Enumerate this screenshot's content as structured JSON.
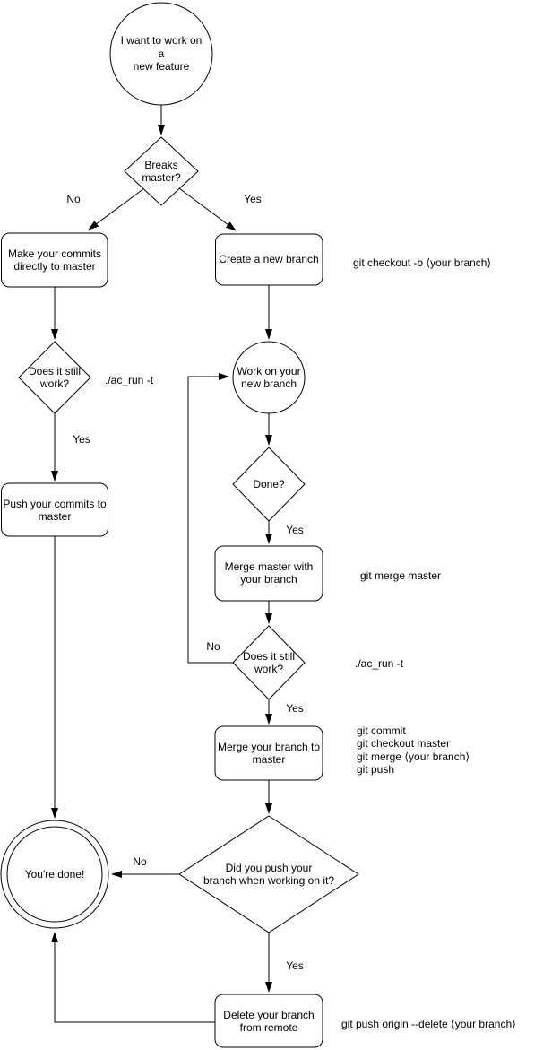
{
  "diagram": {
    "colors": {
      "background": "#ffffff",
      "stroke": "#000000",
      "text": "#000000"
    },
    "nodes": {
      "start": {
        "shape": "circle",
        "label": "I want to work on a\nnew feature"
      },
      "breaks_master": {
        "shape": "diamond",
        "label": "Breaks\nmaster?"
      },
      "make_commits": {
        "shape": "rounded-rect",
        "label": "Make your commits\ndirectly to master"
      },
      "create_branch": {
        "shape": "rounded-rect",
        "label": "Create a new branch"
      },
      "does_it_still_work_left": {
        "shape": "diamond",
        "label": "Does it still\nwork?"
      },
      "push_commits": {
        "shape": "rounded-rect",
        "label": "Push your commits to\nmaster"
      },
      "work_on_branch": {
        "shape": "circle",
        "label": "Work on your\nnew branch"
      },
      "done": {
        "shape": "diamond",
        "label": "Done?"
      },
      "merge_master_with_branch": {
        "shape": "rounded-rect",
        "label": "Merge master with\nyour branch"
      },
      "does_it_still_work_right": {
        "shape": "diamond",
        "label": "Does it still\nwork?"
      },
      "merge_branch_to_master": {
        "shape": "rounded-rect",
        "label": "Merge your branch to\nmaster"
      },
      "did_you_push": {
        "shape": "diamond",
        "label": "Did you push your\nbranch when working on it?"
      },
      "youre_done": {
        "shape": "double-circle",
        "label": "You're done!"
      },
      "delete_branch": {
        "shape": "rounded-rect",
        "label": "Delete your branch\nfrom remote"
      }
    },
    "edge_labels": {
      "breaks_no": "No",
      "breaks_yes": "Yes",
      "left_work_yes": "Yes",
      "done_yes": "Yes",
      "right_work_no": "No",
      "right_work_yes": "Yes",
      "did_push_no": "No",
      "did_push_yes": "Yes"
    },
    "annotations": {
      "checkout": "git checkout -b ⟨your branch⟩",
      "ac_run_left": "./ac_run -t",
      "merge_master": "git merge master",
      "ac_run_right": "./ac_run -t",
      "merge_to_master_lines": [
        "git commit",
        "git checkout master",
        "git merge ⟨your branch⟩",
        "git push"
      ],
      "delete_remote": "git push origin --delete ⟨your branch⟩"
    }
  }
}
